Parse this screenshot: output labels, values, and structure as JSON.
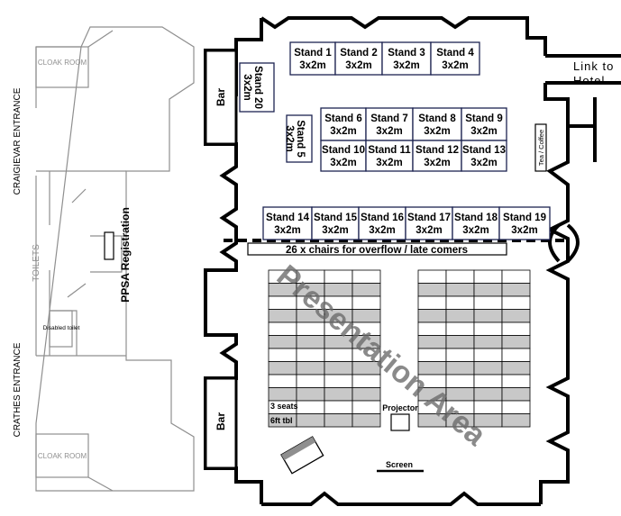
{
  "left_wing": {
    "cloak_top": "CLOAK ROOM",
    "cloak_bottom": "CLOAK ROOM",
    "toilets": "TOILETS",
    "disabled": "Disabled toilet",
    "craigievar": "CRAIGIEVAR ENTRANCE",
    "crathes": "CRATHES ENTRANCE",
    "registration": "PPSA Registration"
  },
  "main_hall": {
    "bar_top": "Bar",
    "bar_bottom": "Bar",
    "link_hotel": "Link to Hotel",
    "tea_coffee": "Tea / Coffee",
    "overflow": "26 x chairs for overflow / late comers",
    "presentation_area": "Presentation Area",
    "projector": "Projector",
    "screen": "Screen",
    "seats_label": "3 seats",
    "table_label": "6ft tbl"
  },
  "stands": [
    {
      "name": "Stand 1",
      "size": "3x2m"
    },
    {
      "name": "Stand 2",
      "size": "3x2m"
    },
    {
      "name": "Stand 3",
      "size": "3x2m"
    },
    {
      "name": "Stand 4",
      "size": "3x2m"
    },
    {
      "name": "Stand 5",
      "size": "3x2m"
    },
    {
      "name": "Stand 6",
      "size": "3x2m"
    },
    {
      "name": "Stand 7",
      "size": "3x2m"
    },
    {
      "name": "Stand 8",
      "size": "3x2m"
    },
    {
      "name": "Stand 9",
      "size": "3x2m"
    },
    {
      "name": "Stand 10",
      "size": "3x2m"
    },
    {
      "name": "Stand 11",
      "size": "3x2m"
    },
    {
      "name": "Stand 12",
      "size": "3x2m"
    },
    {
      "name": "Stand 13",
      "size": "3x2m"
    },
    {
      "name": "Stand 14",
      "size": "3x2m"
    },
    {
      "name": "Stand 15",
      "size": "3x2m"
    },
    {
      "name": "Stand 16",
      "size": "3x2m"
    },
    {
      "name": "Stand 17",
      "size": "3x2m"
    },
    {
      "name": "Stand 18",
      "size": "3x2m"
    },
    {
      "name": "Stand 19",
      "size": "3x2m"
    },
    {
      "name": "Stand 20",
      "size": "3x2m"
    }
  ]
}
